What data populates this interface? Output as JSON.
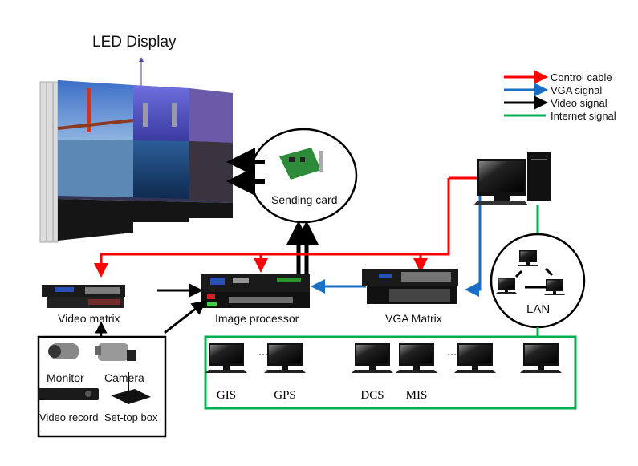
{
  "title": "LED Display",
  "legend": [
    {
      "label": "Control cable",
      "color": "#ff0000",
      "arrow": true
    },
    {
      "label": "VGA signal",
      "color": "#1a6fc4",
      "arrow": true
    },
    {
      "label": "Video signal",
      "color": "#000000",
      "arrow": true
    },
    {
      "label": "Internet signal",
      "color": "#00b050",
      "arrow": false
    }
  ],
  "nodes": {
    "sending_card": "Sending card",
    "video_matrix": "Video matrix",
    "image_processor": "Image processor",
    "vga_matrix": "VGA Matrix",
    "lan": "LAN"
  },
  "sources": {
    "monitor": "Monitor",
    "camera": "Camera",
    "video_record": "Video record",
    "set_top_box": "Set-top box"
  },
  "workstations": [
    {
      "label": "GIS"
    },
    {
      "label": "GPS"
    },
    {
      "label": "DCS"
    },
    {
      "label": "MIS"
    },
    {
      "label": ""
    },
    {
      "label": ""
    }
  ],
  "ellipsis": "···",
  "colors": {
    "control": "#ff0000",
    "vga": "#1a6fc4",
    "video": "#000000",
    "internet": "#00b050",
    "title_arrow": "#4b4ba0"
  }
}
